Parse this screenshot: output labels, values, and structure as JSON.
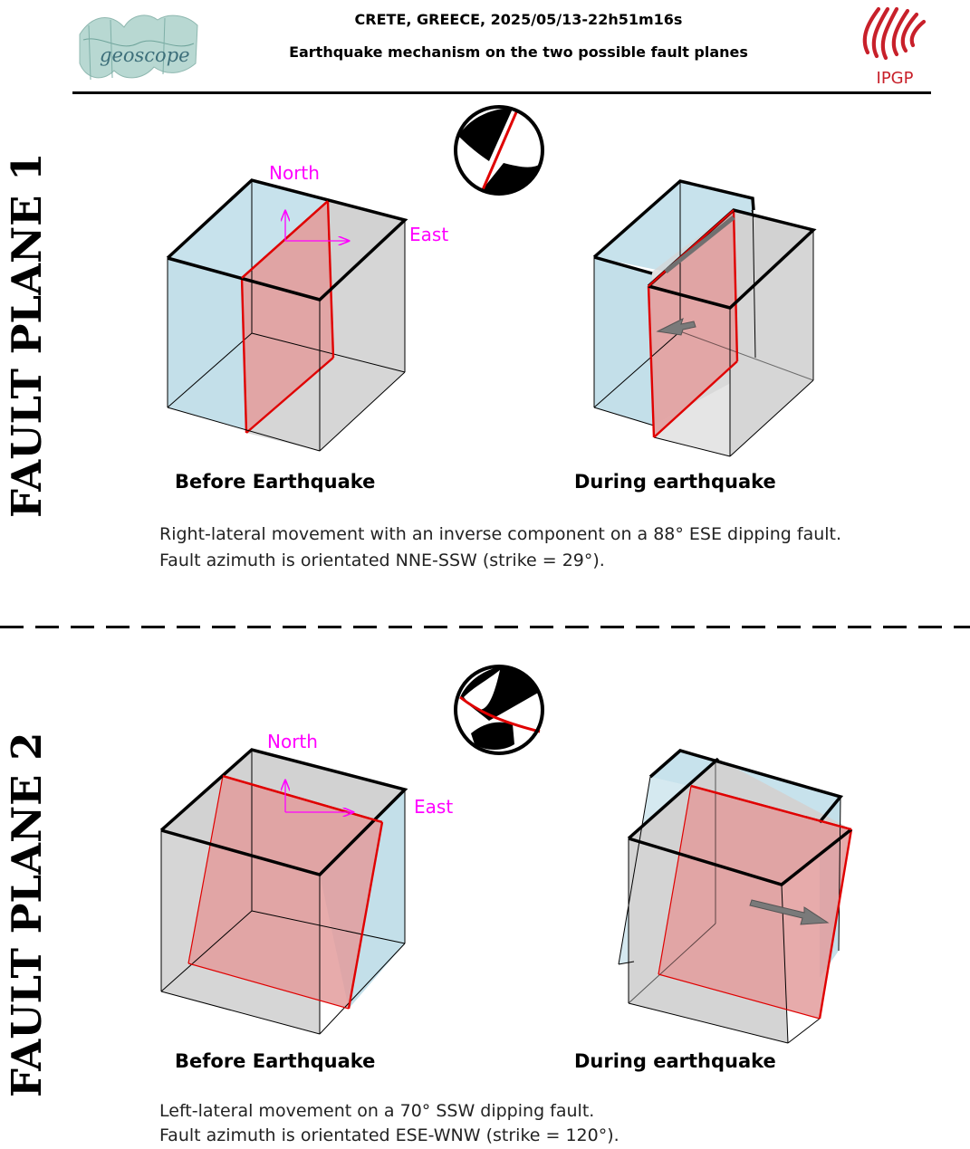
{
  "header": {
    "title": "CRETE, GREECE, 2025/05/13-22h51m16s",
    "subtitle": "Earthquake mechanism on the two possible fault planes",
    "left_logo_text": "geoscope",
    "right_logo_text": "IPGP"
  },
  "colors": {
    "block_blue": "#c3e0ea",
    "block_gray": "#d4d4d4",
    "fault_fill": "#e5a2a2",
    "fault_line": "#e00000",
    "compass": "#ff00ff",
    "slip_arrow": "#707070"
  },
  "fault_planes": [
    {
      "side_label": "FAULT PLANE 1",
      "north_label": "North",
      "east_label": "East",
      "before_label": "Before Earthquake",
      "during_label": "During earthquake",
      "description_line1": "Right-lateral movement with an inverse component on a 88° ESE dipping fault.",
      "description_line2": "Fault azimuth is orientated NNE-SSW (strike = 29°)."
    },
    {
      "side_label": "FAULT PLANE 2",
      "north_label": "North",
      "east_label": "East",
      "before_label": "Before Earthquake",
      "during_label": "During earthquake",
      "description_line1": "Left-lateral movement on a 70° SSW dipping fault.",
      "description_line2": "Fault azimuth is orientated ESE-WNW (strike = 120°)."
    }
  ]
}
